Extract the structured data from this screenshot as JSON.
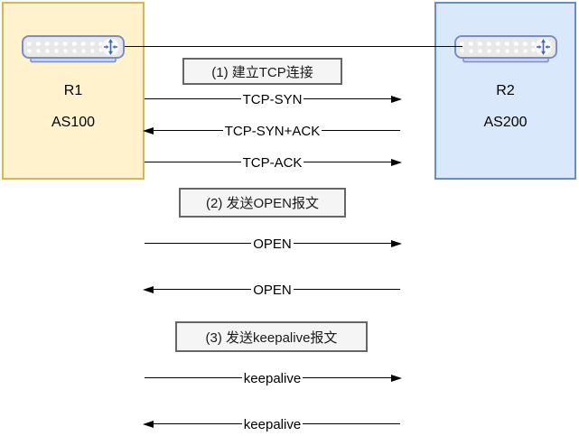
{
  "nodes": {
    "left": {
      "name": "R1",
      "as_label": "AS100"
    },
    "right": {
      "name": "R2",
      "as_label": "AS200"
    }
  },
  "steps": [
    {
      "label": "(1) 建立TCP连接"
    },
    {
      "label": "(2) 发送OPEN报文"
    },
    {
      "label": "(3) 发送keepalive报文"
    }
  ],
  "messages": [
    {
      "text": "TCP-SYN",
      "direction": "right"
    },
    {
      "text": "TCP-SYN+ACK",
      "direction": "left"
    },
    {
      "text": "TCP-ACK",
      "direction": "right"
    },
    {
      "text": "OPEN",
      "direction": "right"
    },
    {
      "text": "OPEN",
      "direction": "left"
    },
    {
      "text": "keepalive",
      "direction": "right"
    },
    {
      "text": "keepalive",
      "direction": "left"
    }
  ],
  "colors": {
    "left_node_fill": "#fff2cc",
    "left_node_border": "#d6b656",
    "right_node_fill": "#dae8fc",
    "right_node_border": "#6c8ebf",
    "step_box_fill": "#f5f5f5",
    "step_box_border": "#666666",
    "arrow": "#000000",
    "router_stroke": "#7b8dc9",
    "router_body": "#e8e8e8",
    "router_glyph_blue": "#3f6ab5"
  }
}
